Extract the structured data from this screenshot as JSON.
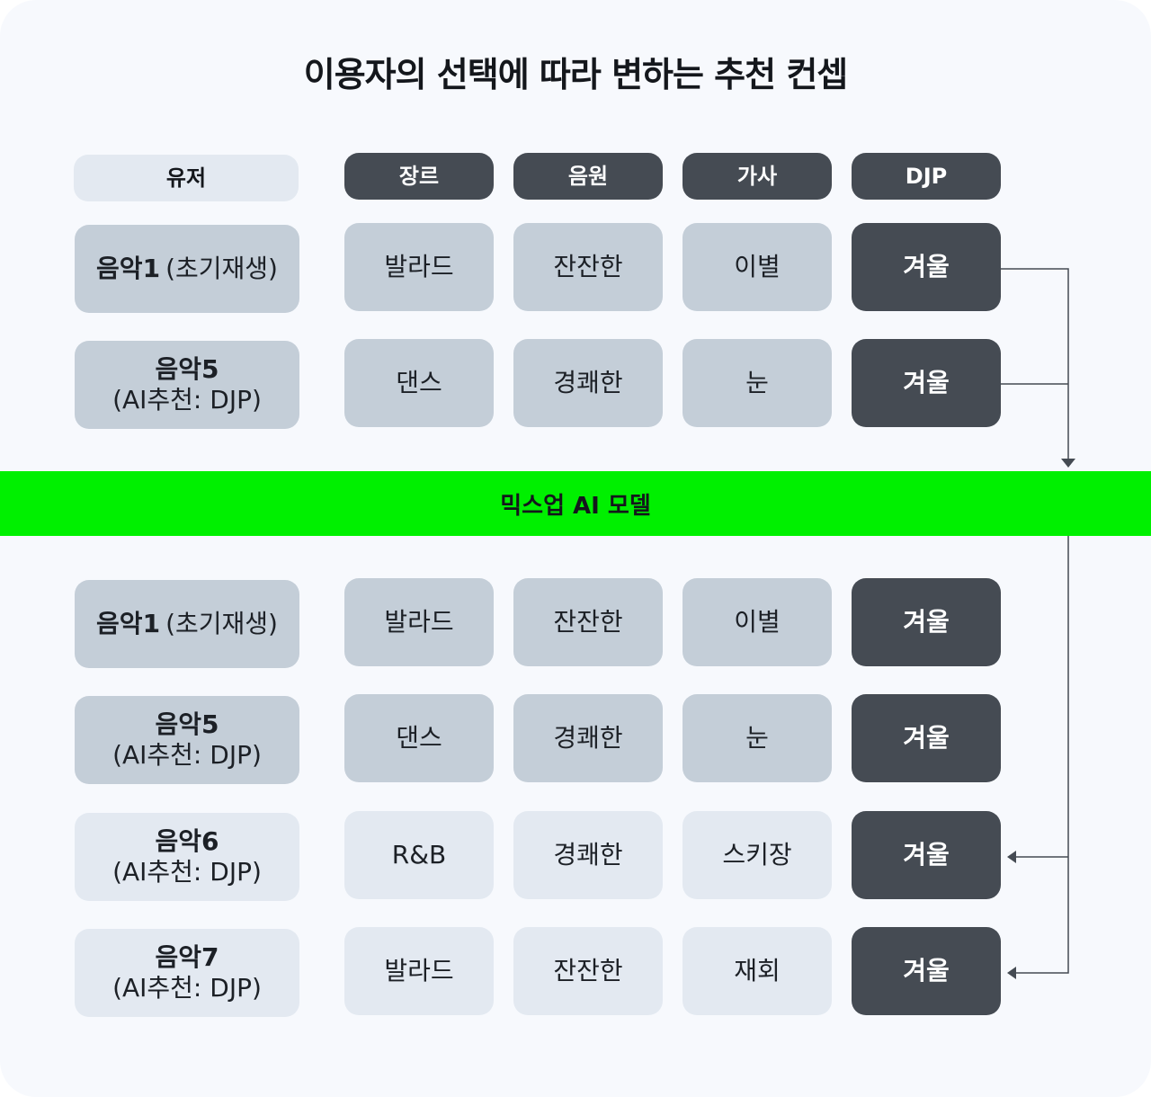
{
  "title": "이용자의 선택에 따라 변하는 추천 컨셉",
  "headers": {
    "user": "유저",
    "genre": "장르",
    "source": "음원",
    "lyrics": "가사",
    "djp": "DJP"
  },
  "top_rows": [
    {
      "user": "음악1",
      "user_sub": "(초기재생)",
      "genre": "발라드",
      "source": "잔잔한",
      "lyrics": "이별",
      "djp": "겨울"
    },
    {
      "user": "음악5",
      "user_sub": "(AI추천: DJP)",
      "genre": "댄스",
      "source": "경쾌한",
      "lyrics": "눈",
      "djp": "겨울"
    }
  ],
  "model_band": "믹스업 AI 모델",
  "bottom_rows": [
    {
      "user": "음악1",
      "user_sub": "(초기재생)",
      "genre": "발라드",
      "source": "잔잔한",
      "lyrics": "이별",
      "djp": "겨울"
    },
    {
      "user": "음악5",
      "user_sub": "(AI추천: DJP)",
      "genre": "댄스",
      "source": "경쾌한",
      "lyrics": "눈",
      "djp": "겨울"
    },
    {
      "user": "음악6",
      "user_sub": "(AI추천: DJP)",
      "genre": "R&B",
      "source": "경쾌한",
      "lyrics": "스키장",
      "djp": "겨울"
    },
    {
      "user": "음악7",
      "user_sub": "(AI추천: DJP)",
      "genre": "발라드",
      "source": "잔잔한",
      "lyrics": "재회",
      "djp": "겨울"
    }
  ],
  "colors": {
    "band": "#00f000",
    "dark_cell": "#454b53",
    "mid_cell": "#c4ced8",
    "pale_cell": "#e3e9f1",
    "background": "#f7f9fd"
  }
}
